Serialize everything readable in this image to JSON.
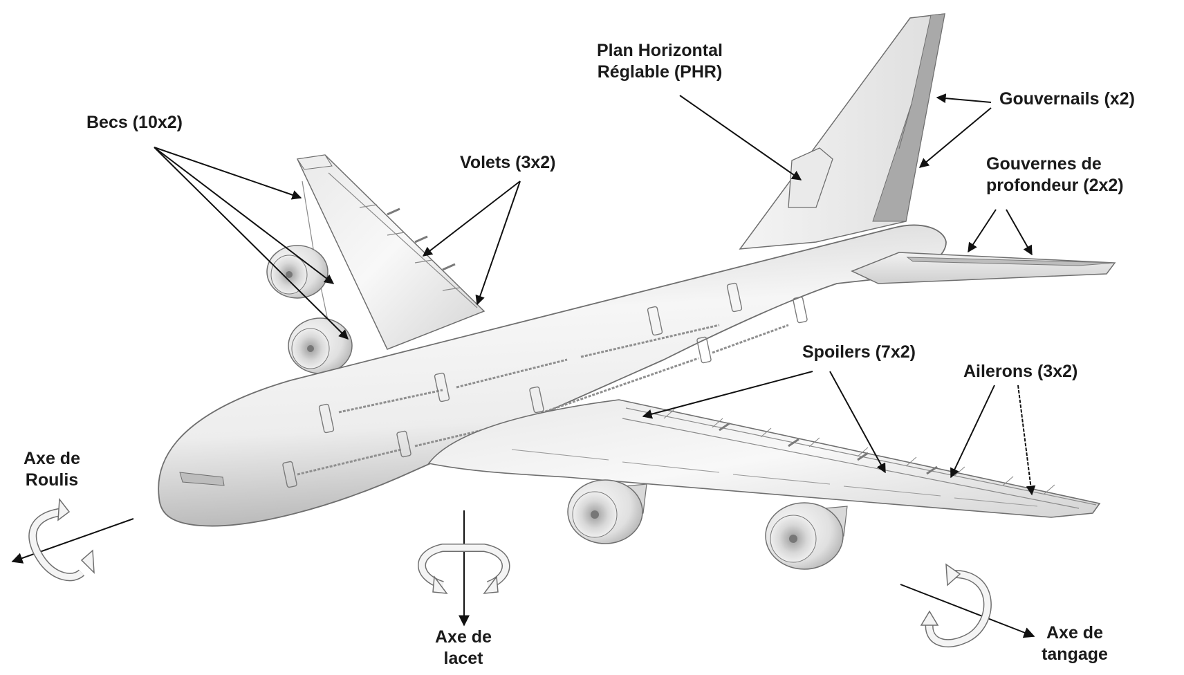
{
  "labels": {
    "phr": [
      "Plan Horizontal",
      "Réglable (PHR)"
    ],
    "gouvernails": "Gouvernails (x2)",
    "gouvernes": [
      "Gouvernes de",
      "profondeur (2x2)"
    ],
    "becs": "Becs (10x2)",
    "volets": "Volets (3x2)",
    "spoilers": "Spoilers (7x2)",
    "ailerons": "Ailerons (3x2)",
    "roulis": [
      "Axe de",
      "Roulis"
    ],
    "lacet": [
      "Axe de",
      "lacet"
    ],
    "tangage": [
      "Axe de",
      "tangage"
    ]
  },
  "colors": {
    "text": "#1a1a1a",
    "arrow": "#111111",
    "outline": "#6f6f6f",
    "surface_light": "#f7f7f7",
    "surface_mid": "#dcdcdc",
    "surface_dark": "#a9a9a9"
  }
}
